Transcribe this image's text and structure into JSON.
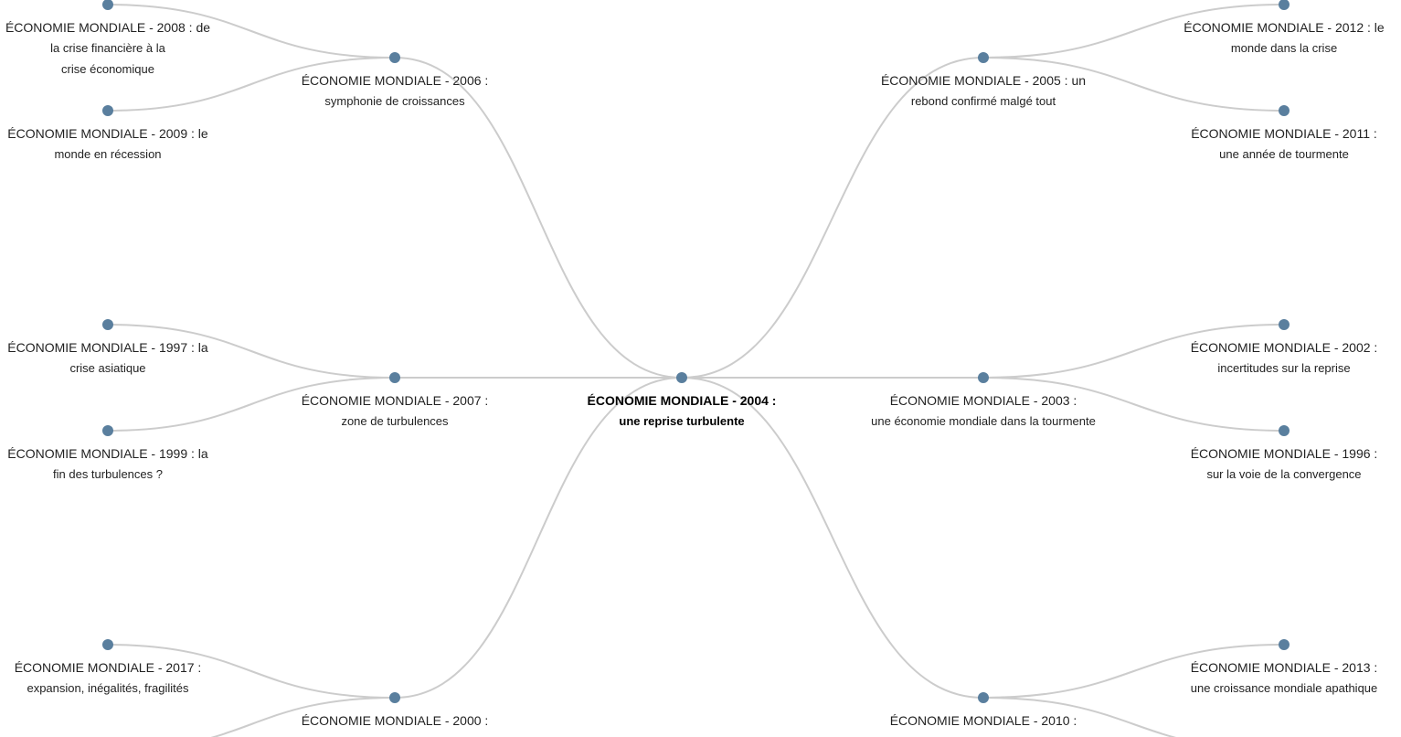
{
  "colors": {
    "node": "#5a7f9e",
    "link": "#cccccc",
    "text": "#222222"
  },
  "center": {
    "line1": "ÉCONOMIE MONDIALE - 2004 :",
    "line2": "une reprise turbulente"
  },
  "nodes": [
    {
      "id": "2004",
      "line1": "ÉCONOMIE MONDIALE - 2004 :",
      "line2": "une reprise turbulente"
    },
    {
      "id": "2006",
      "line1": "ÉCONOMIE MONDIALE - 2006 :",
      "line2": "symphonie de croissances"
    },
    {
      "id": "2007",
      "line1": "ÉCONOMIE MONDIALE - 2007 :",
      "line2": "zone de turbulences"
    },
    {
      "id": "2000",
      "line1": "ÉCONOMIE MONDIALE - 2000 :",
      "line2": ""
    },
    {
      "id": "2005",
      "line1": "ÉCONOMIE MONDIALE - 2005 : un",
      "line2": "rebond confirmé malgé tout"
    },
    {
      "id": "2003",
      "line1": "ÉCONOMIE MONDIALE - 2003 :",
      "line2": "une économie mondiale dans la tourmente"
    },
    {
      "id": "2010",
      "line1": "ÉCONOMIE MONDIALE - 2010 :",
      "line2": ""
    },
    {
      "id": "2008",
      "line1": "ÉCONOMIE MONDIALE - 2008 : de",
      "line2": "la crise financière à la",
      "line3": "crise économique"
    },
    {
      "id": "2009",
      "line1": "ÉCONOMIE MONDIALE - 2009 : le",
      "line2": "monde en récession"
    },
    {
      "id": "1997",
      "line1": "ÉCONOMIE MONDIALE - 1997 : la",
      "line2": "crise asiatique"
    },
    {
      "id": "1999",
      "line1": "ÉCONOMIE MONDIALE - 1999 : la",
      "line2": "fin des turbulences ?"
    },
    {
      "id": "2017",
      "line1": "ÉCONOMIE MONDIALE - 2017 :",
      "line2": "expansion, inégalités, fragilités"
    },
    {
      "id": "2012",
      "line1": "ÉCONOMIE MONDIALE - 2012 : le",
      "line2": "monde dans la crise"
    },
    {
      "id": "2011",
      "line1": "ÉCONOMIE MONDIALE - 2011 :",
      "line2": "une année de tourmente"
    },
    {
      "id": "2002",
      "line1": "ÉCONOMIE MONDIALE - 2002 :",
      "line2": "incertitudes sur la reprise"
    },
    {
      "id": "1996",
      "line1": "ÉCONOMIE MONDIALE - 1996 :",
      "line2": "sur la voie de la convergence"
    },
    {
      "id": "2013",
      "line1": "ÉCONOMIE MONDIALE - 2013 :",
      "line2": "une croissance mondiale apathique"
    }
  ],
  "links": [
    [
      "2004",
      "2006"
    ],
    [
      "2004",
      "2007"
    ],
    [
      "2004",
      "2000"
    ],
    [
      "2004",
      "2005"
    ],
    [
      "2004",
      "2003"
    ],
    [
      "2004",
      "2010"
    ],
    [
      "2006",
      "2008"
    ],
    [
      "2006",
      "2009"
    ],
    [
      "2007",
      "1997"
    ],
    [
      "2007",
      "1999"
    ],
    [
      "2000",
      "2017"
    ],
    [
      "2000",
      "2000-offscreen"
    ],
    [
      "2005",
      "2012"
    ],
    [
      "2005",
      "2011"
    ],
    [
      "2003",
      "2002"
    ],
    [
      "2003",
      "1996"
    ],
    [
      "2010",
      "2013"
    ],
    [
      "2010",
      "2010-offscreen"
    ]
  ]
}
